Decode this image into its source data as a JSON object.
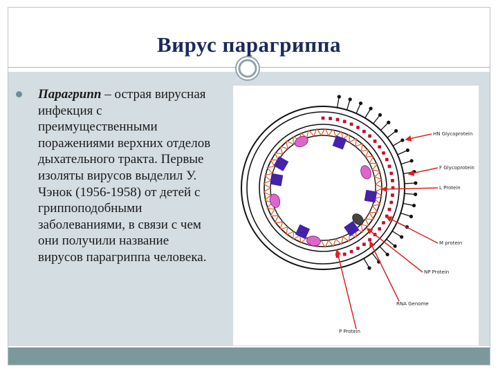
{
  "slide": {
    "title": "Вирус парагриппа",
    "paragraph": {
      "term": "Парагрипп",
      "text": " – острая вирусная инфекция с преимущественными поражениями верхних отделов дыхательного тракта. Первые изоляты вирусов выделил У. Чэнок (1956-1958) от детей с гриппоподобными заболеваниями, в связи с чем они получили название вирусов парагриппа человека."
    }
  },
  "diagram": {
    "labels": {
      "hn": "HN Glycoprotein",
      "f": "F Glycoprotein",
      "l": "L Protein",
      "m": "M protein",
      "np": "NP Protein",
      "rna": "RNA Genome",
      "p": "P Protein"
    }
  },
  "colors": {
    "title": "#1a2a5a",
    "panel": "#d4dde1",
    "footer": "#7b989d",
    "arrow": "#e02020",
    "l_protein": "#4422aa",
    "p_protein": "#dd66cc",
    "helix": "#e05a2a"
  }
}
